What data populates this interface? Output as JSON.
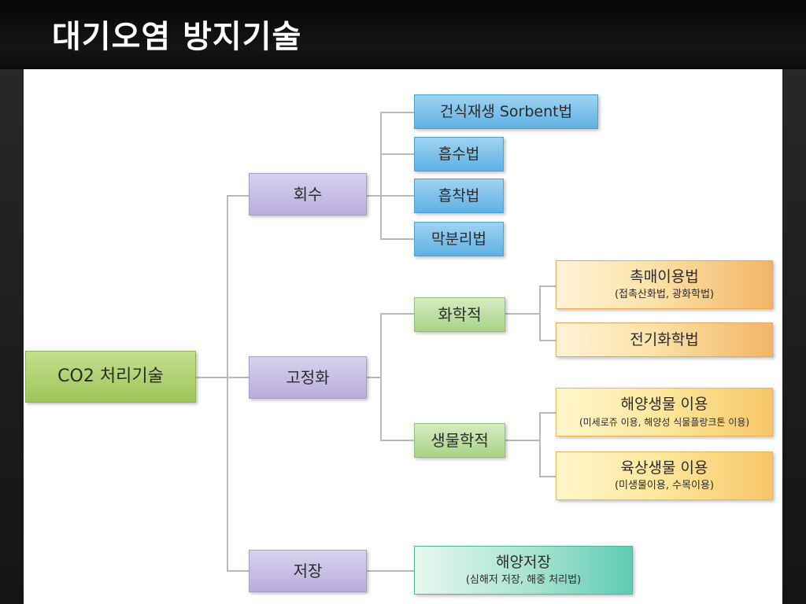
{
  "slide": {
    "title": "대기오염 방지기술"
  },
  "diagram": {
    "root": "CO2 처리기술",
    "branches": [
      {
        "label": "회수",
        "children": [
          {
            "main": "건식재생 Sorbent법"
          },
          {
            "main": "흡수법"
          },
          {
            "main": "흡착법"
          },
          {
            "main": "막분리법"
          }
        ]
      },
      {
        "label": "고정화",
        "children": [
          {
            "label": "화학적",
            "children": [
              {
                "main": "촉매이용법",
                "sub": "(접촉산화법, 광화학법)"
              },
              {
                "main": "전기화학법"
              }
            ]
          },
          {
            "label": "생물학적",
            "children": [
              {
                "main": "해양생물 이용",
                "sub": "(미세로쥬 이용, 해양성 식물플랑크톤 이용)"
              },
              {
                "main": "육상생물 이용",
                "sub": "(미생물이용, 수목이용)"
              }
            ]
          }
        ]
      },
      {
        "label": "저장",
        "children": [
          {
            "main": "해양저장",
            "sub": "(심해저 저장, 해중 처리법)"
          }
        ]
      }
    ]
  },
  "colors": {
    "root": "#a9cf68",
    "level1": "#c5bce4",
    "capture": "#6cb9e8",
    "chem_bio": "#b3db95",
    "orange_leaf": "#f5c27a",
    "storage": "#7fd5bf",
    "connector": "#b9b9b9"
  }
}
